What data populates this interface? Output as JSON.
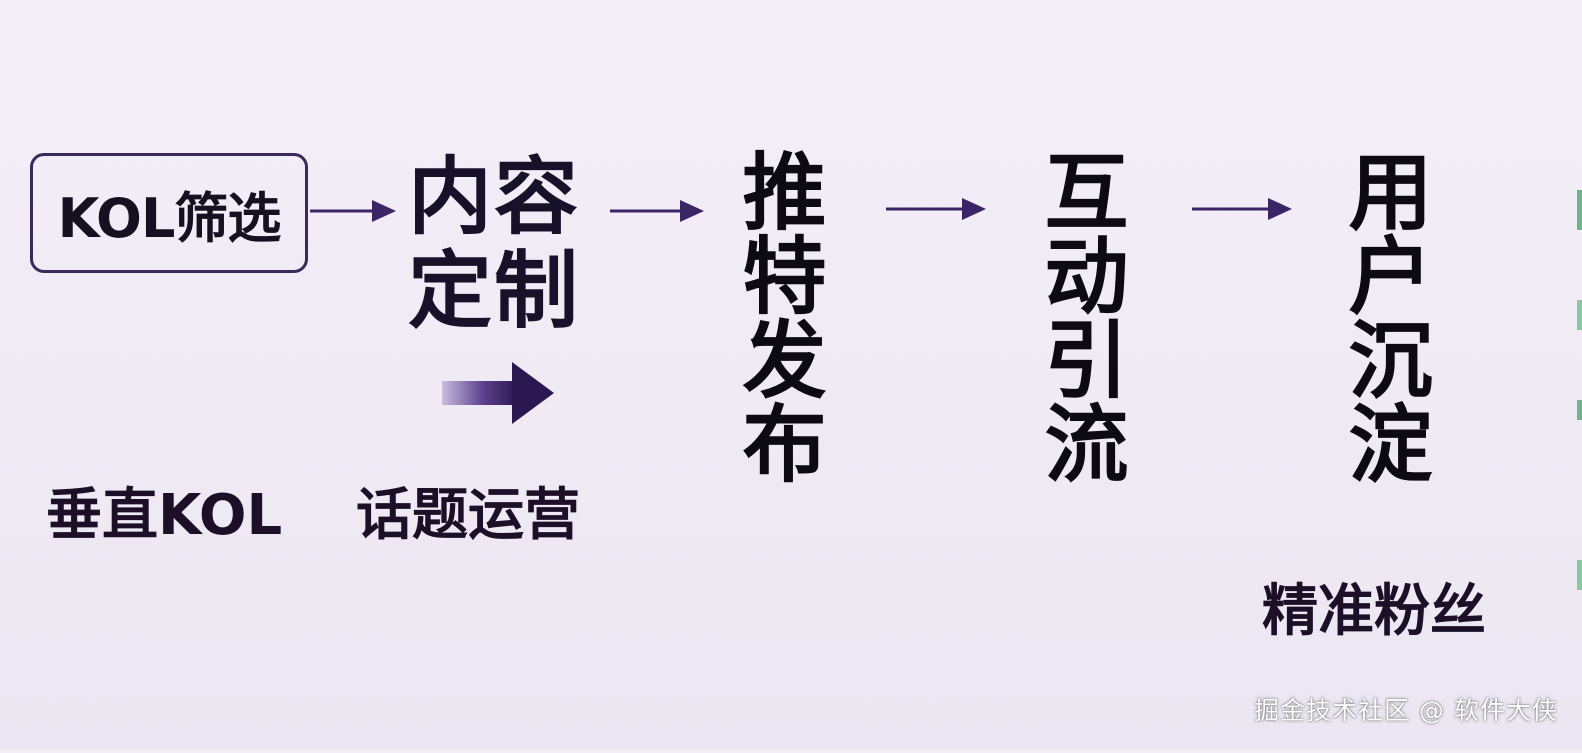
{
  "flow": {
    "step1": {
      "label": "KOL筛选",
      "sub_label": "垂直KOL"
    },
    "step2": {
      "line1": "内容",
      "line2": "定制",
      "sub_label": "话题运营"
    },
    "step3": {
      "label": "推特发布"
    },
    "step4": {
      "label": "互动引流"
    },
    "step5": {
      "label": "用户沉淀",
      "sub_label": "精准粉丝"
    }
  },
  "watermark": "掘金技术社区 @ 软件大侠",
  "colors": {
    "arrow": "#3b2566",
    "box_border": "#3a2a5c",
    "text_primary": "#0e0a14",
    "text_sub": "#1b1028"
  }
}
